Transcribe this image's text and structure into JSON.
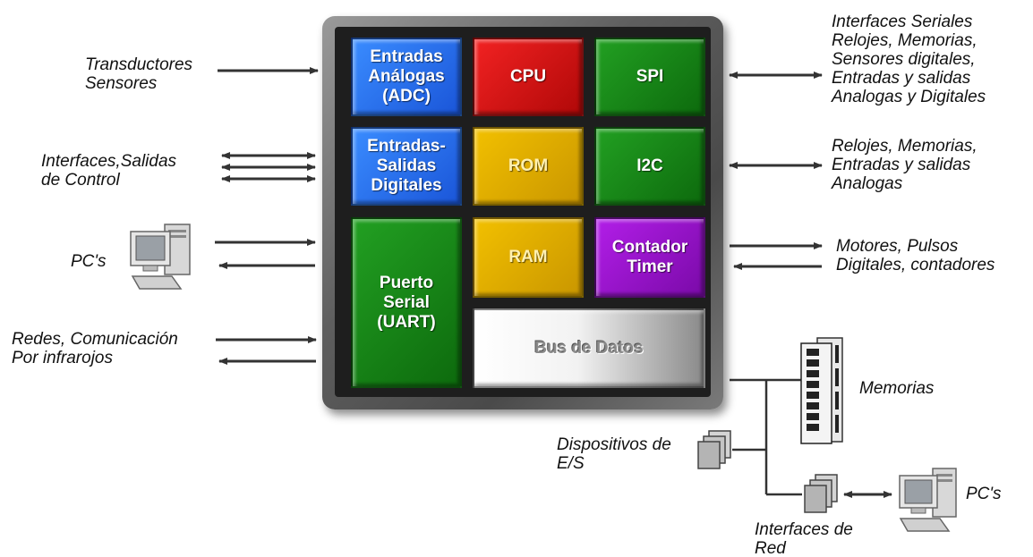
{
  "blocks": {
    "adc": "Entradas\nAnálogas\n(ADC)",
    "cpu": "CPU",
    "spi": "SPI",
    "digital_io": "Entradas-\nSalidas\nDigitales",
    "rom": "ROM",
    "i2c": "I2C",
    "uart": "Puerto\nSerial\n(UART)",
    "ram": "RAM",
    "timer": "Contador\nTimer",
    "bus": "Bus de Datos"
  },
  "labels": {
    "transducers": "Transductores\nSensores",
    "control": "Interfaces,Salidas\nde Control",
    "pcs_left": "PC's",
    "networks": "Redes, Comunicación\nPor infrarojos",
    "spi_side": "Interfaces Seriales\nRelojes, Memorias,\nSensores digitales,\nEntradas y salidas\nAnalogas y Digitales",
    "i2c_side": "Relojes, Memorias,\nEntradas y salidas\nAnalogas",
    "timer_side": "Motores, Pulsos\nDigitales, contadores",
    "memories": "Memorias",
    "io_devices": "Dispositivos de\nE/S",
    "net_interfaces": "Interfaces de\nRed",
    "pcs_right": "PC's"
  }
}
